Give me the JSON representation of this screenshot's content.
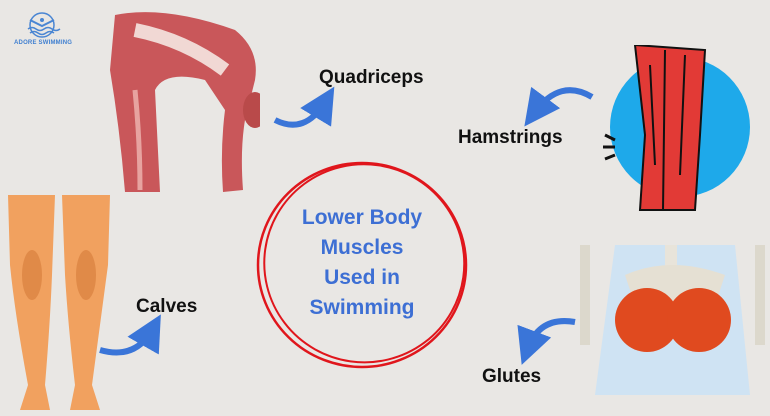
{
  "logo": {
    "text": "ADORE SWIMMING"
  },
  "title": {
    "lines": [
      "Lower Body",
      "Muscles",
      "Used in",
      "Swimming"
    ]
  },
  "labels": {
    "quadriceps": "Quadriceps",
    "hamstrings": "Hamstrings",
    "calves": "Calves",
    "glutes": "Glutes"
  },
  "colors": {
    "accent": "#3d6fd4",
    "circle": "#e0161c",
    "badge": "#1ea9ea",
    "muscle": "#c9443f"
  }
}
